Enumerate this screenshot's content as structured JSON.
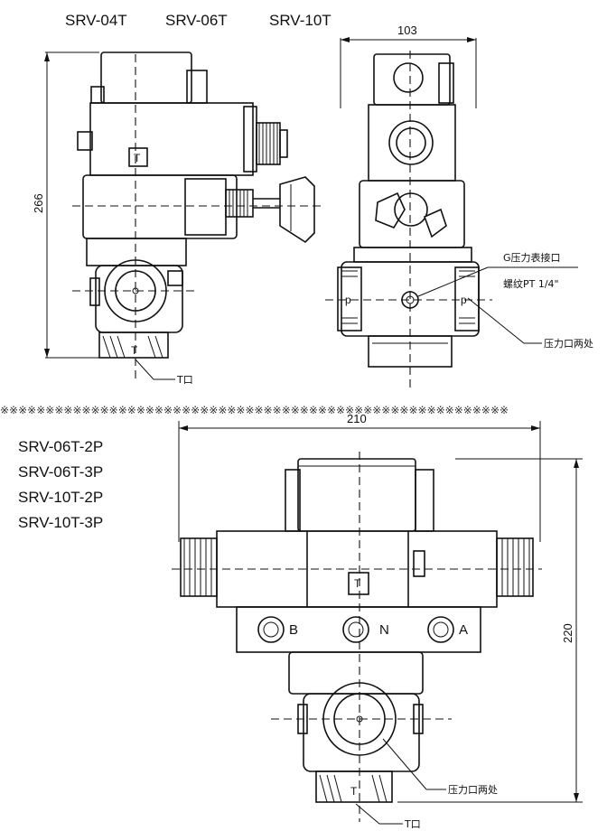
{
  "top_models": [
    "SRV-04T",
    "SRV-06T",
    "SRV-10T"
  ],
  "bottom_models": [
    "SRV-06T-2P",
    "SRV-06T-3P",
    "SRV-10T-2P",
    "SRV-10T-3P"
  ],
  "dimensions": {
    "top_height": "266",
    "top_width": "103",
    "bottom_width": "210",
    "bottom_height": "220"
  },
  "labels": {
    "gauge_port": "G压力表接口",
    "thread": "螺纹PT 1/4\"",
    "pressure_ports": "压力口两处",
    "t_port": "T口",
    "t_mark": "T",
    "p_mark": "p",
    "port_b": "B",
    "port_n": "N",
    "port_a": "A"
  },
  "separator": "※※※※※※※※※※※※※※※※※※※※※※※※※※※※※※※※※※※※※※※※※※※※※※※※※※※※※※※※"
}
